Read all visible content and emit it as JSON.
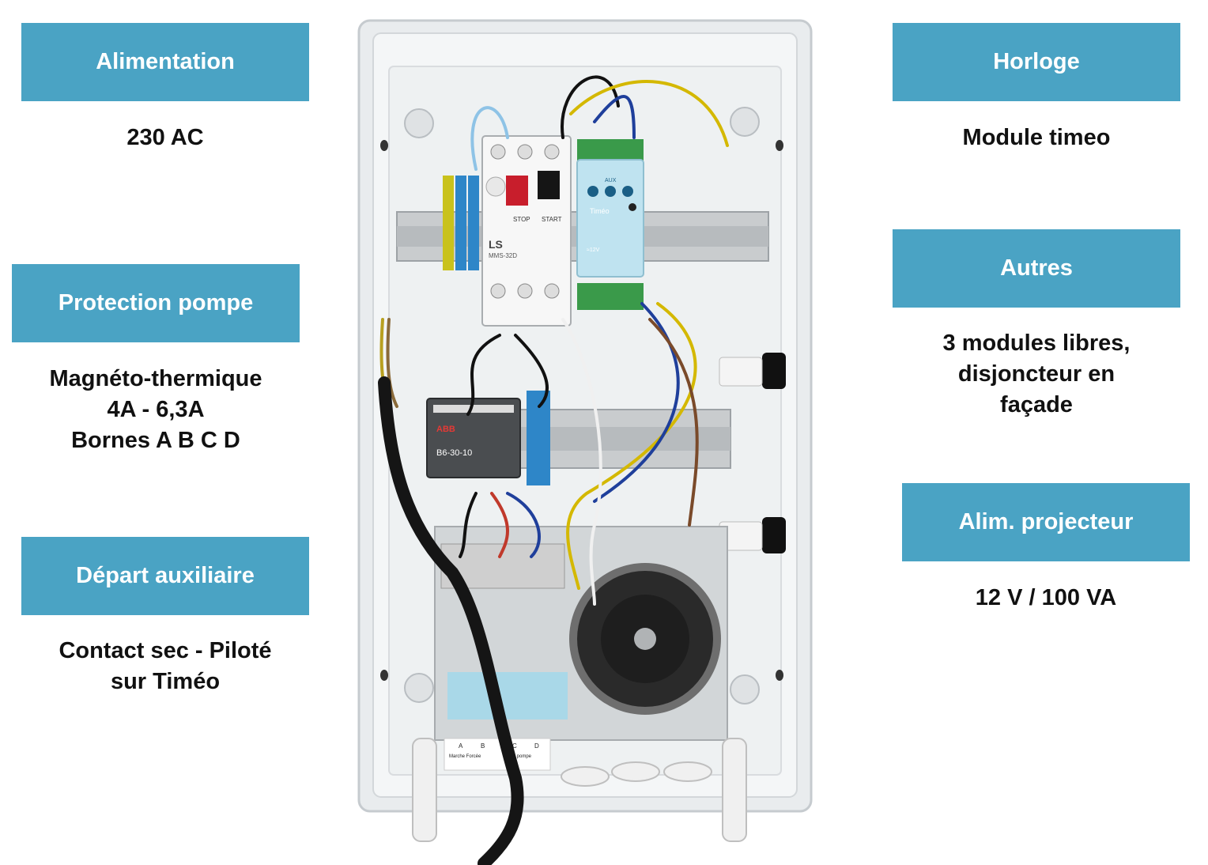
{
  "left": {
    "alimentation": {
      "title": "Alimentation",
      "lines": [
        "230 AC"
      ]
    },
    "protection": {
      "title": "Protection pompe",
      "lines": [
        "Magnéto-thermique",
        "4A - 6,3A",
        "Bornes A B C D"
      ]
    },
    "depart": {
      "title": "Départ auxiliaire",
      "lines": [
        "Contact sec - Piloté",
        "sur Timéo"
      ]
    }
  },
  "right": {
    "horloge": {
      "title": "Horloge",
      "lines": [
        "Module timeo"
      ]
    },
    "autres": {
      "title": "Autres",
      "lines": [
        "3 modules libres,",
        "disjoncteur en",
        "façade"
      ]
    },
    "projecteur": {
      "title": "Alim. projecteur",
      "lines": [
        "12 V / 100 VA"
      ]
    }
  },
  "photo": {
    "breaker": {
      "brand": "LS",
      "model": "MMS-32D",
      "stop": "STOP",
      "start": "START"
    },
    "timer": {
      "name": "Timéo",
      "aux": "AUX",
      "voltage": "≈12V"
    },
    "contactor": {
      "brand": "ABB",
      "model": "B6-30-10"
    },
    "plate": {
      "a": "A",
      "b": "B",
      "c": "C",
      "d": "D",
      "marche": "Marche Forcée",
      "inter": "Inter pompe"
    }
  },
  "colors": {
    "accent": "#4aa3c4",
    "text": "#111111"
  }
}
